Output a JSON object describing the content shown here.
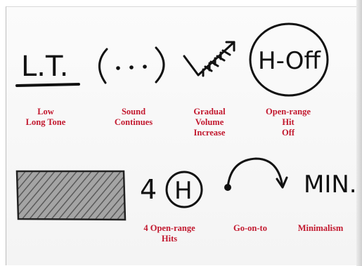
{
  "symbols": [
    {
      "glyph": "L.T.",
      "labels": [
        "Low",
        "Long Tone"
      ]
    },
    {
      "glyph": "(...)",
      "labels": [
        "Sound",
        "Continues"
      ]
    },
    {
      "glyph": "",
      "labels": [
        "Gradual",
        "Volume",
        "Increase"
      ]
    },
    {
      "glyph": "H-Off",
      "labels": [
        "Open-range",
        "Hit",
        "Off"
      ]
    },
    {
      "glyph": "",
      "labels": []
    },
    {
      "glyph": "4",
      "glyph2": "H",
      "labels": [
        "4 Open-range",
        "Hits"
      ]
    },
    {
      "glyph": "",
      "labels": [
        "Go-on-to"
      ]
    },
    {
      "glyph": "MIN.",
      "labels": [
        "Minimalism"
      ]
    }
  ],
  "colors": {
    "ink": "#111111",
    "label": "#c2182e",
    "hatch_fill": "#8e8e8e"
  }
}
